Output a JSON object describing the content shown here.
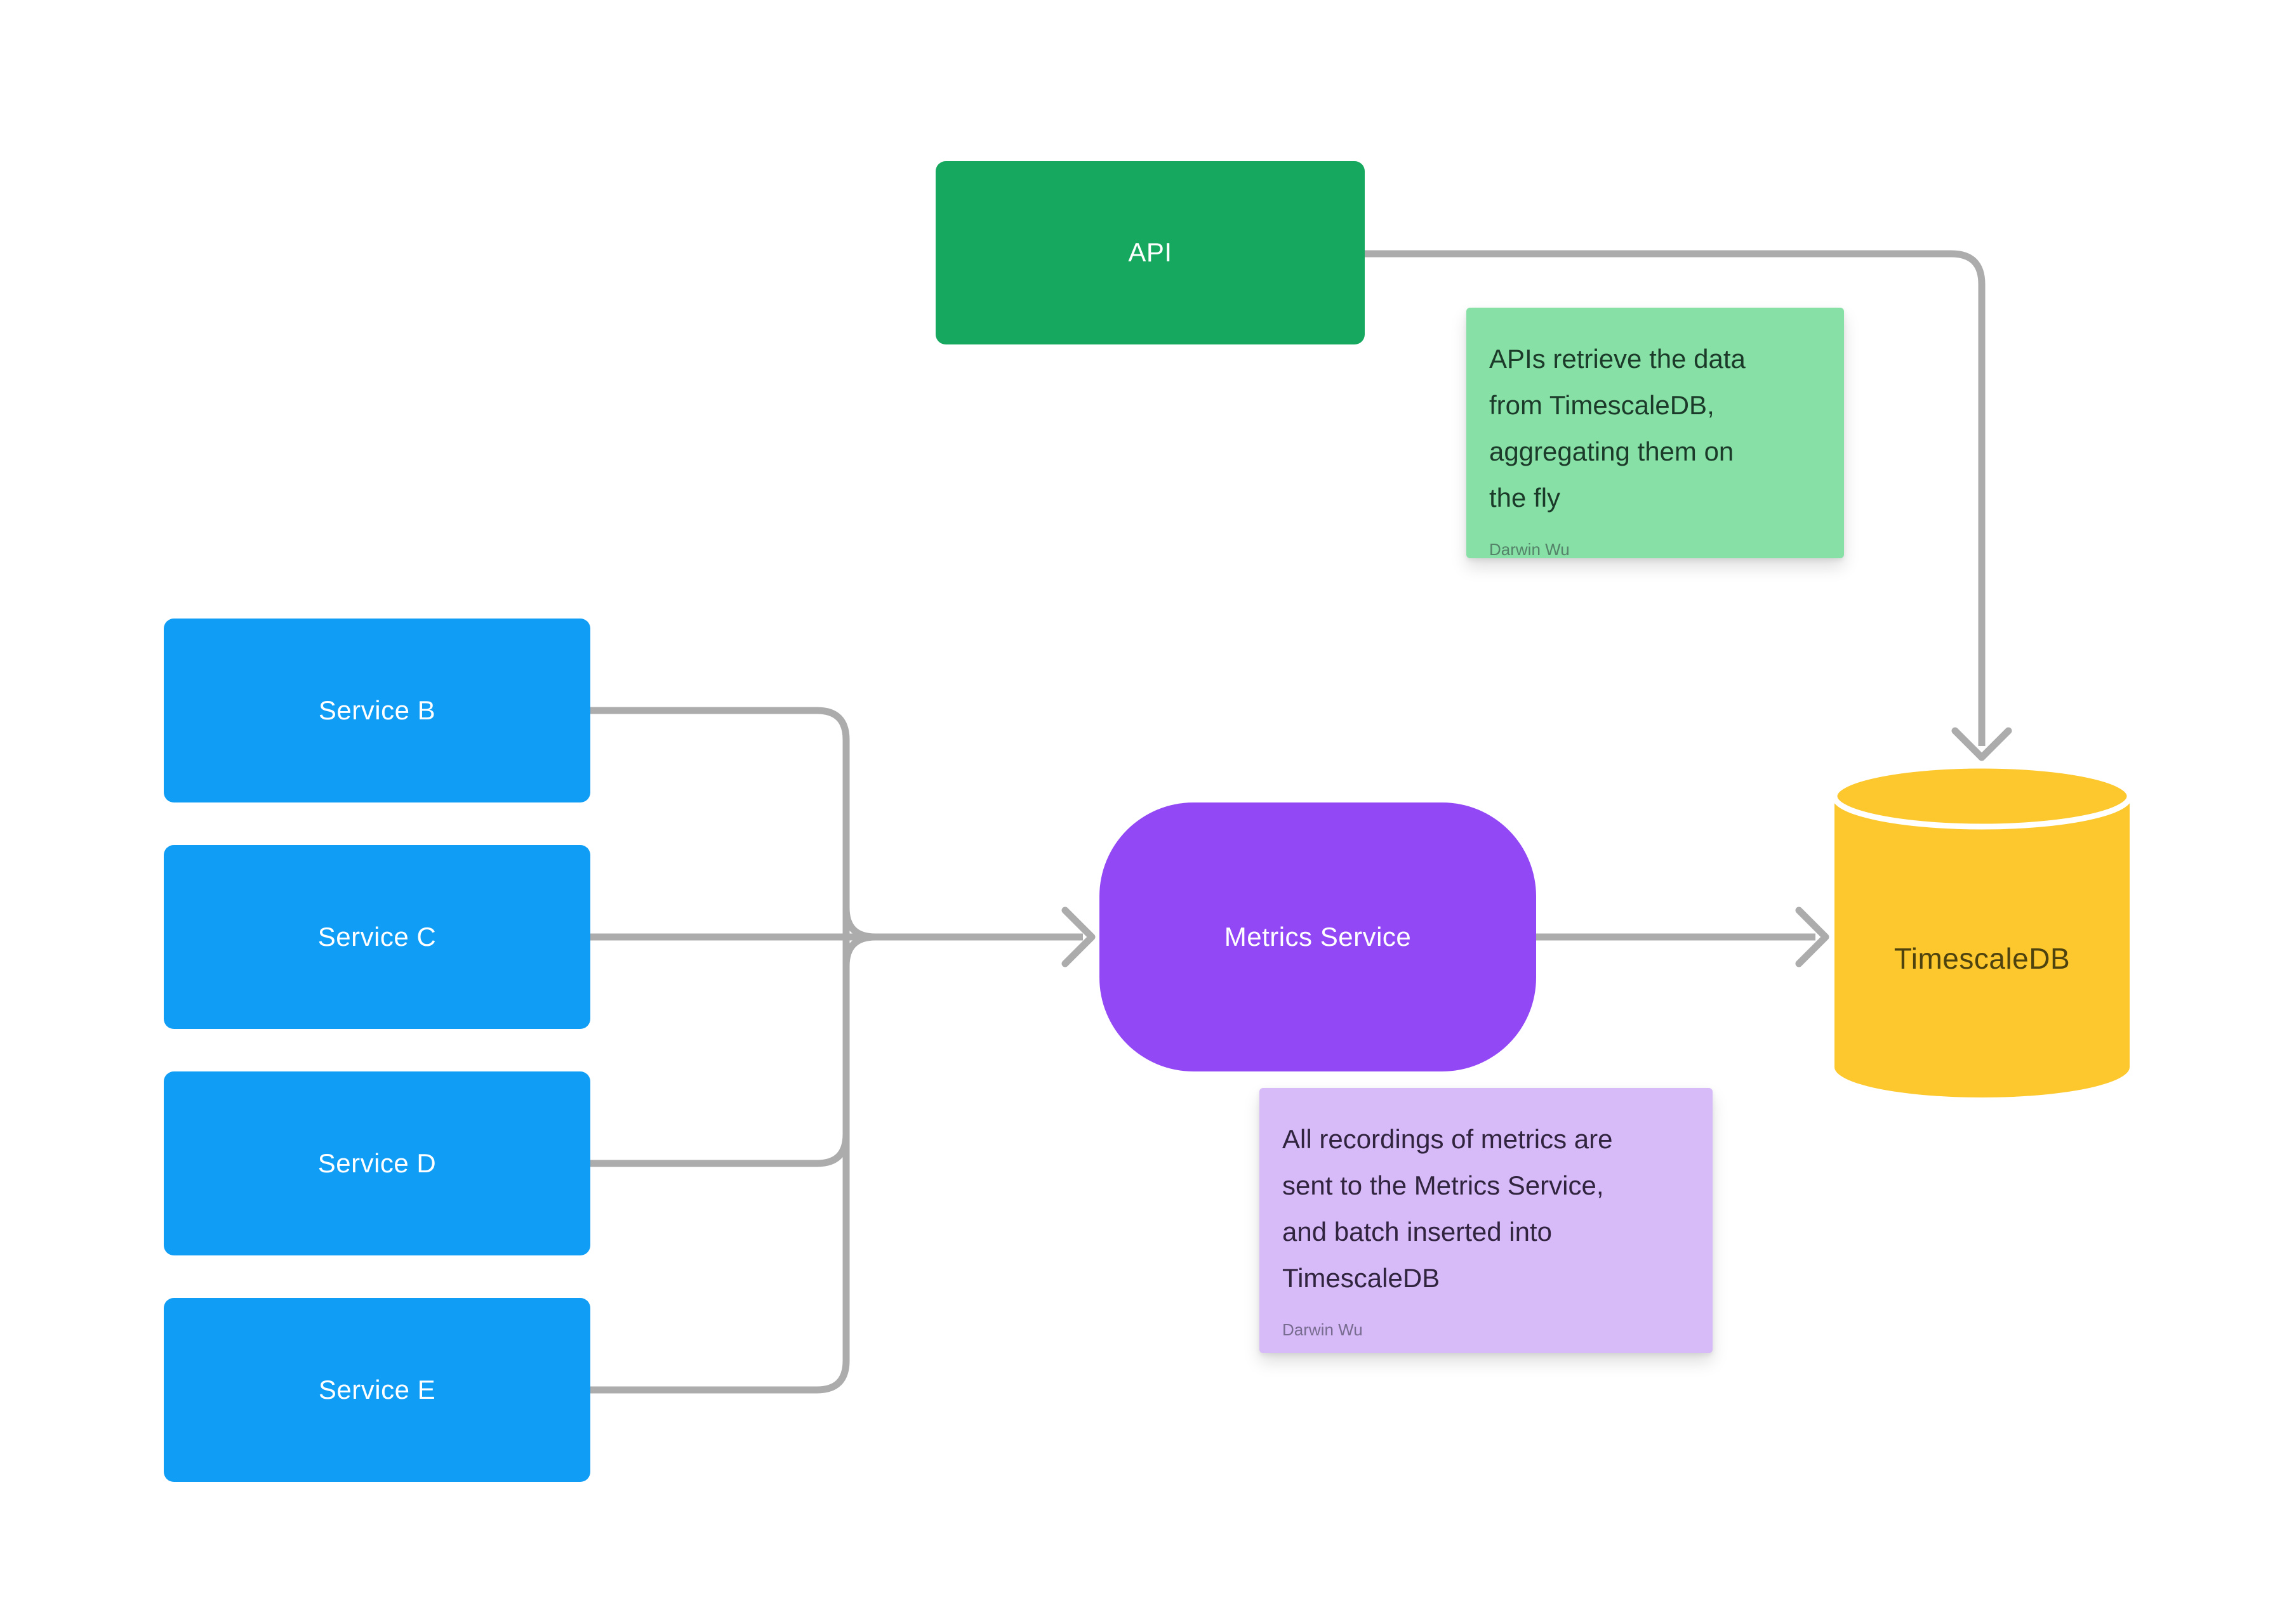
{
  "canvas": {
    "background": "#FFFFFF",
    "connector_color": "#ACACAC"
  },
  "nodes": {
    "api": {
      "label": "API",
      "fill": "#17A85F",
      "text_color": "#FFFFFF"
    },
    "service_b": {
      "label": "Service B",
      "fill": "#0F9DF5",
      "text_color": "#FFFFFF"
    },
    "service_c": {
      "label": "Service C",
      "fill": "#0F9DF5",
      "text_color": "#FFFFFF"
    },
    "service_d": {
      "label": "Service D",
      "fill": "#0F9DF5",
      "text_color": "#FFFFFF"
    },
    "service_e": {
      "label": "Service E",
      "fill": "#0F9DF5",
      "text_color": "#FFFFFF"
    },
    "metrics_service": {
      "label": "Metrics Service",
      "fill": "#9348F5",
      "text_color": "#FFFFFF"
    },
    "timescaledb": {
      "label": "TimescaleDB",
      "fill": "#FCC82D",
      "text_color": "#4E430F"
    }
  },
  "notes": {
    "api_note": {
      "lines": [
        "APIs retrieve the data",
        "from TimescaleDB,",
        "aggregating them on",
        "the fly"
      ],
      "author": "Darwin Wu",
      "fill": "#87E0A5",
      "text_color": "#1C3A2A",
      "author_color": "#55836A"
    },
    "metrics_note": {
      "lines": [
        "All recordings of metrics are",
        "sent to the Metrics Service,",
        "and batch inserted into",
        "TimescaleDB"
      ],
      "author": "Darwin Wu",
      "fill": "#D7BAF8",
      "text_color": "#30243F",
      "author_color": "#786C90"
    }
  }
}
